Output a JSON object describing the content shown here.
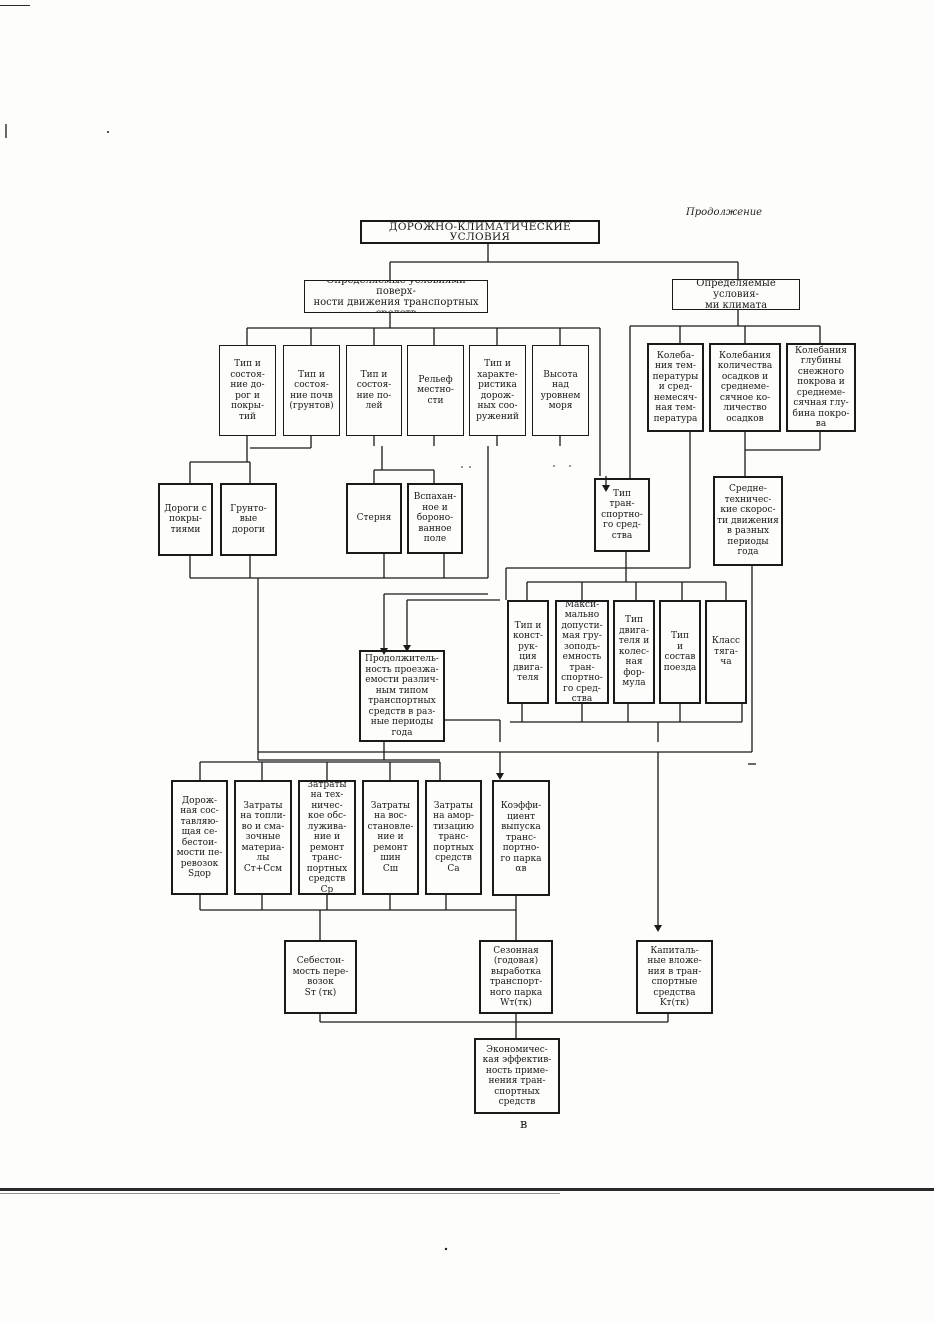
{
  "caption": "Продолжение",
  "footer_letter": "в",
  "diagram": {
    "title": "ДОРОЖНО-КЛИМАТИЧЕСКИЕ УСЛОВИЯ",
    "surface_group": "Определяемые условиями поверх-\nности движения транспортных\nсредств",
    "climate_group": "Определяемые условия-\nми климата",
    "surface_factors": [
      "Тип и\nсостоя-\nние до-\nрог и\nпокры-\nтий",
      "Тип и\nсостоя-\nние почв\n(грунтов)",
      "Тип и\nсостоя-\nние по-\nлей",
      "Рельеф\nместно-\nсти",
      "Тип и\nхарактe-\nристика\nдорож-\nных соо-\nружений",
      "Высота\nнад\nуровнем\nморя"
    ],
    "climate_factors": [
      "Колеба-\nния тем-\nпературы\nи сред-\nнемесяч-\nная тем-\nпература",
      "Колебания\nколичества\nосадков и\nсреднеме-\nсячное ко-\nличество\nосадков",
      "Колебания\nглубины\nснежного\nпокрова и\nсреднеме-\nсячная глу-\nбина покро-\nва"
    ],
    "ground_types": [
      "Дороги с\nпокры-\nтиями",
      "Грунто-\nвые\nдороги",
      "Стерня",
      "Вспахан-\nное и\nбороно-\nванное\nполе"
    ],
    "vehicle_type": "Тип\nтран-\nспортно-\nго сред-\nства",
    "avg_speeds": "Средне-\nтехничес-\nкие скорос-\nти движения\nв разных\nпериоды\nгода",
    "passability": "Продолжитель-\nность проезжа-\nемости различ-\nным типом\nтранспортных\nсредств в раз-\nные периоды\nгода",
    "vehicle_params": [
      "Тип и\nконст-\nрук-\nция\nдвига-\nтеля",
      "Макси-\nмально\nдопусти-\nмая гру-\nзоподъ-\nемность\nтран-\nспортно-\nго сред-\nства",
      "Тип\nдвига-\nтеля и\nколес-\nная\nфор-\nмула",
      "Тип\nи\nсостав\nпоезда",
      "Класс\nтяга-\nча"
    ],
    "costs": [
      "Дорож-\nная сос-\nтавляю-\nщая се-\nбестои-\nмости пе-\nревозок\nSдор",
      "Затраты\nна топли-\nво и сма-\nзочные\nматериа-\nлы\nCт+Cсм",
      "Затраты\nна тех-\nничес-\nкое обс-\nлужива-\nние и\nремонт\nтранс-\nпортных\nсредств\nCр",
      "Затраты\nна вос-\nстановле-\nние и\nремонт\nшин\nCш",
      "Затраты\nна амор-\nтизацию\nтранс-\nпортных\nсредств\nCа",
      "Коэффи-\nциент\nвыпуска\nтранс-\nпортно-\nго парка\nαв"
    ],
    "results": [
      "Себестои-\nмость пере-\nвозок\nSт (тк)",
      "Сезонная\n(годовая)\nвыработка\nтранспорт-\nного парка\nWт(тк)",
      "Капиталь-\nные вложе-\nния в тран-\nспортные\nсредства\nKт(тк)"
    ],
    "final": "Экономичес-\nкая эффектив-\nность приме-\nнения тран-\nспортных\nсредств"
  }
}
